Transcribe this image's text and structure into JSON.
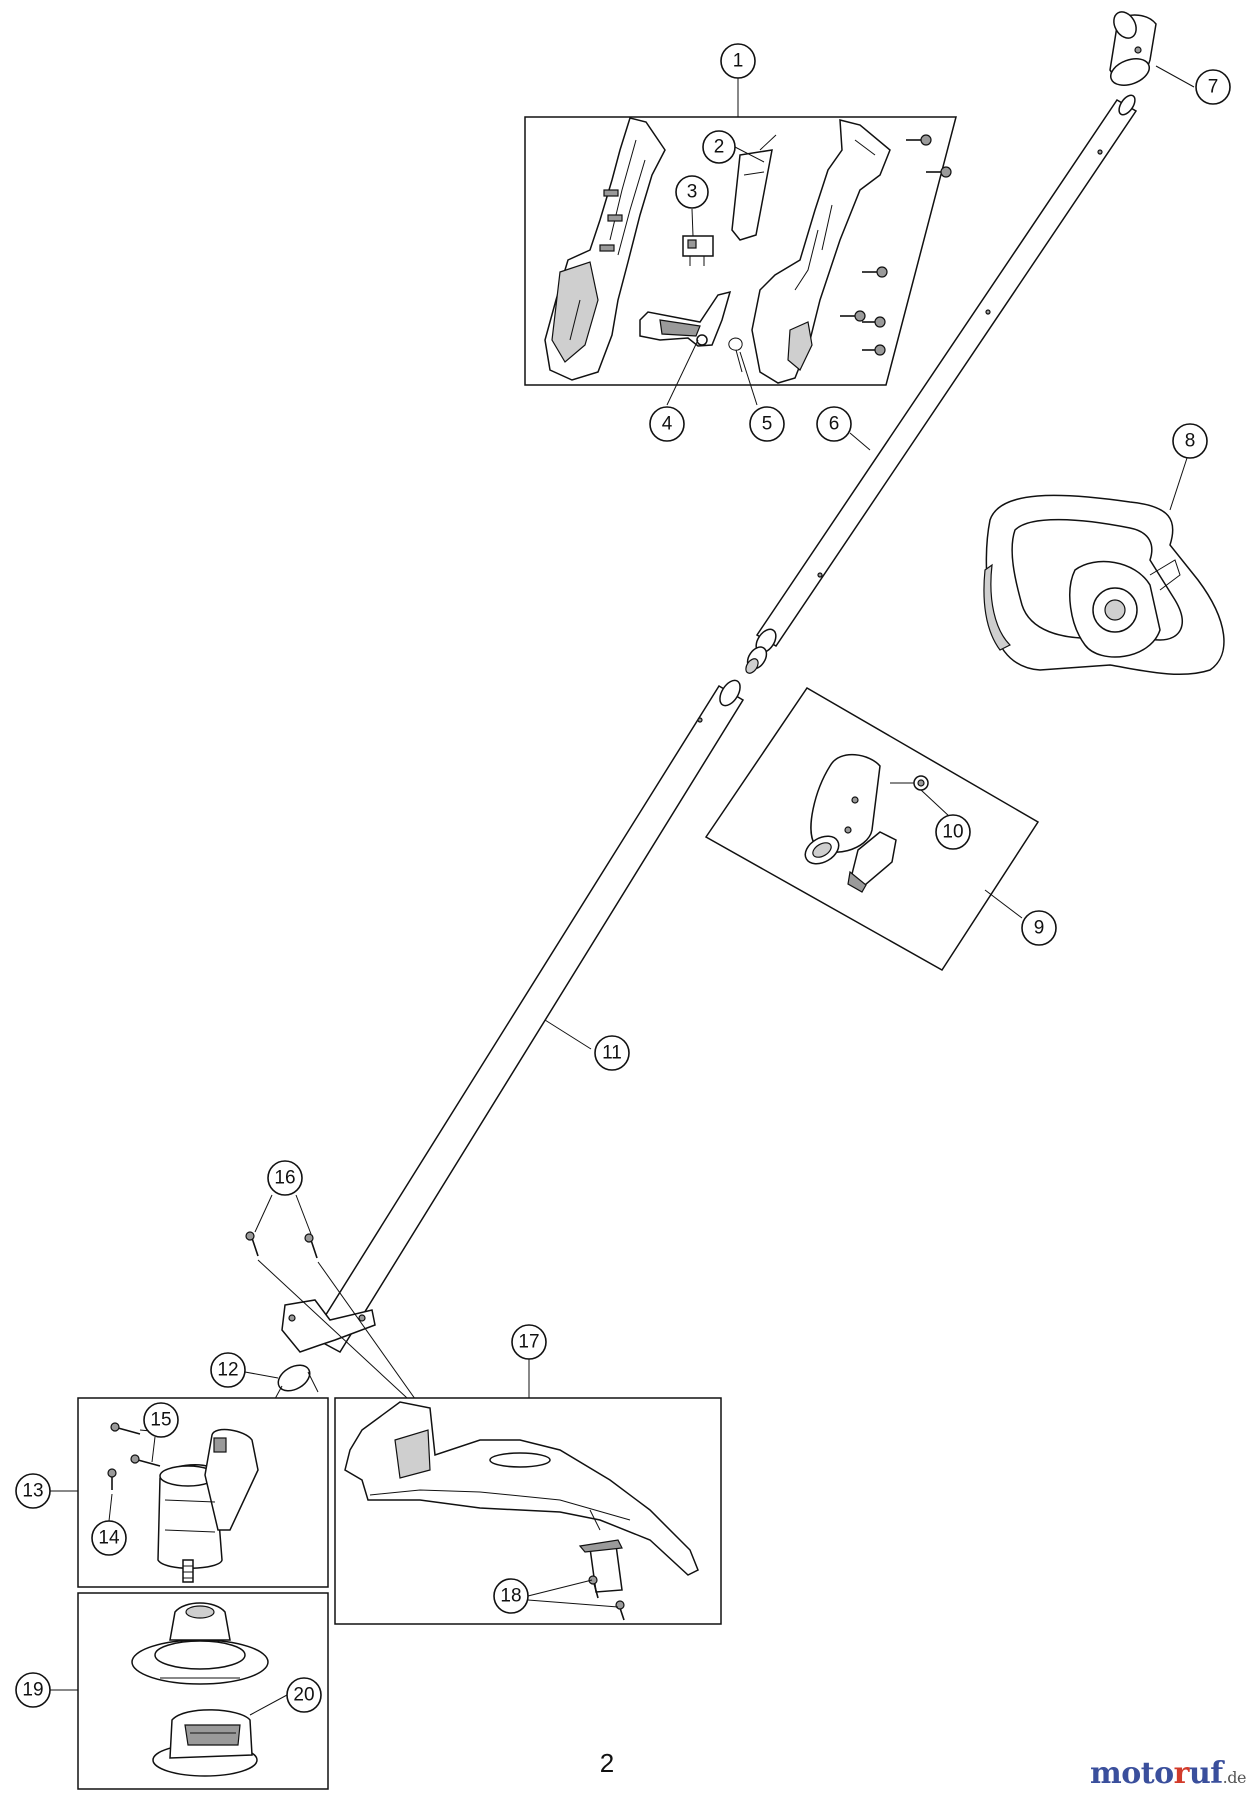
{
  "page_number": "2",
  "watermark": {
    "part1": "moto",
    "part2": "r",
    "part3": "uf",
    "tld": ".de"
  },
  "callouts": [
    "1",
    "2",
    "3",
    "4",
    "5",
    "6",
    "7",
    "8",
    "9",
    "10",
    "11",
    "12",
    "13",
    "14",
    "15",
    "16",
    "17",
    "18",
    "19",
    "20"
  ]
}
